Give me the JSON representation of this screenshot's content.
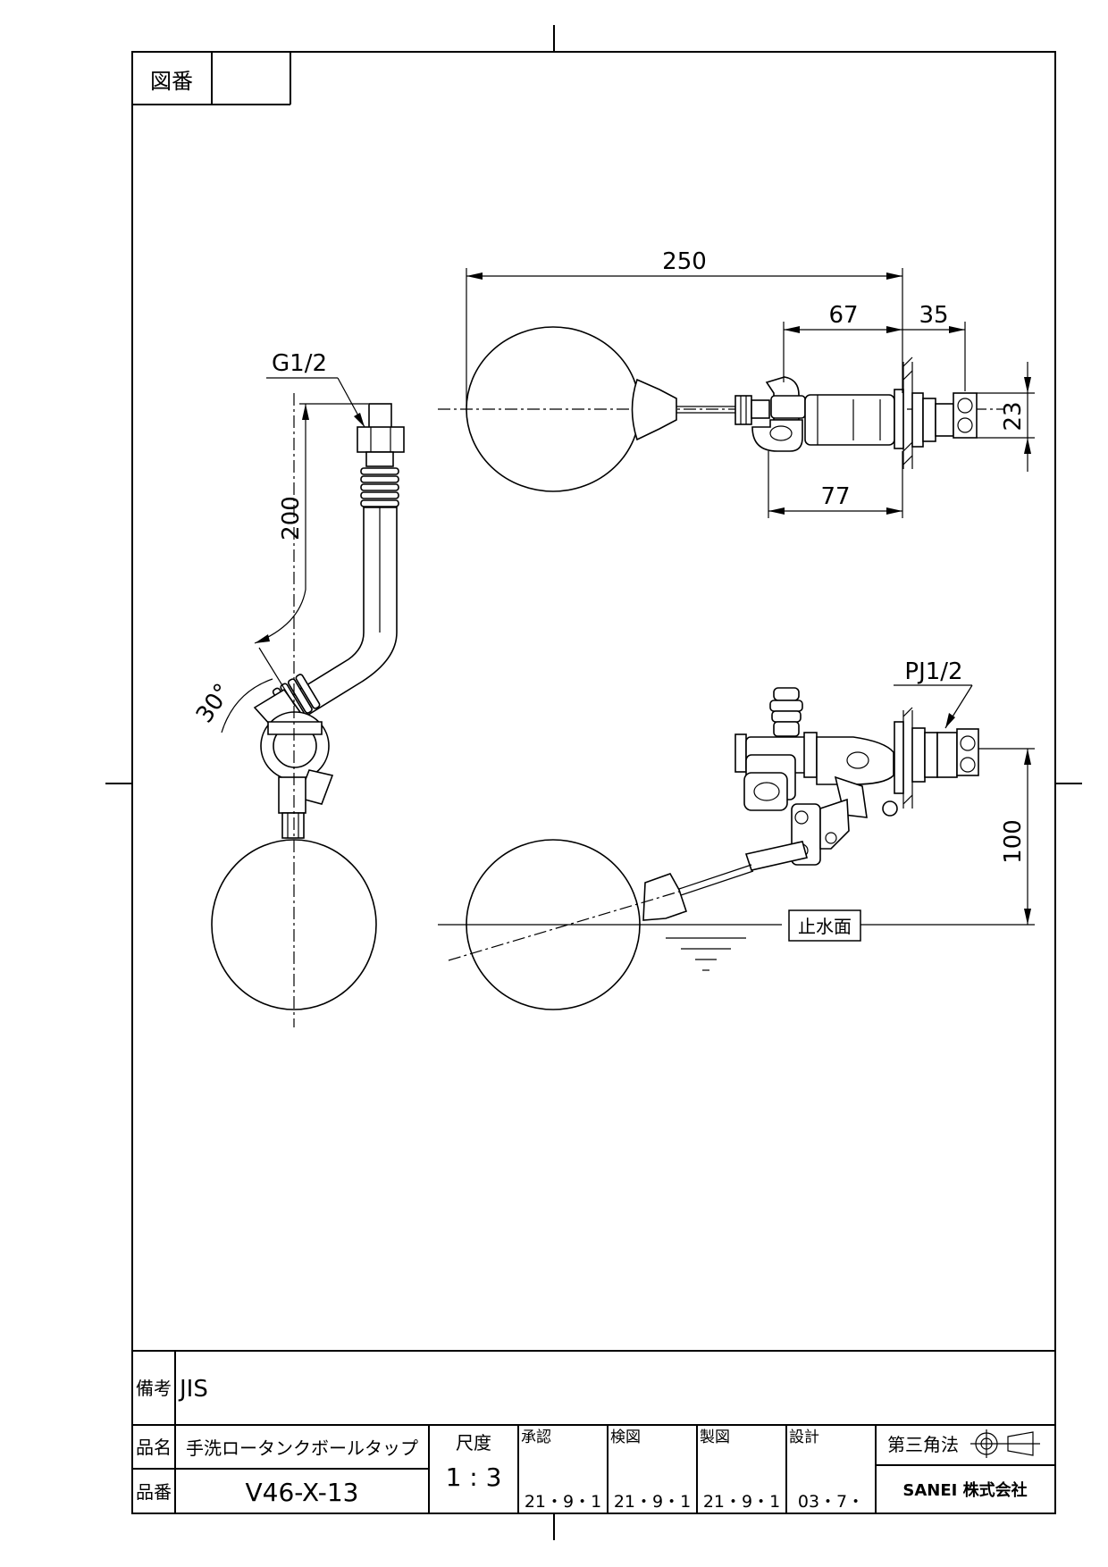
{
  "drawing_number_label": "図番",
  "drawing_number_value": "",
  "dimensions": {
    "overall_length": "250",
    "pipe_length": "67",
    "thread_length": "35",
    "body_length": "77",
    "nut_width": "23",
    "height": "200",
    "angle": "30°",
    "water_level_height": "100"
  },
  "annotations": {
    "top_thread": "G1/2",
    "side_thread": "PJ1/2",
    "water_stop_level": "止水面"
  },
  "title_block": {
    "remarks_label": "備考",
    "remarks_value": "JIS",
    "product_name_label": "品名",
    "product_name_value": "手洗ロータンクボールタップ",
    "product_number_label": "品番",
    "product_number_value": "V46-X-13",
    "scale_label": "尺度",
    "scale_value": "1 : 3",
    "approved_label": "承認",
    "approved_date": "21・9・1",
    "checked_label": "検図",
    "checked_date": "21・9・1",
    "drawn_label": "製図",
    "drawn_date": "21・9・1",
    "designed_label": "設計",
    "designed_date": "03・7・",
    "projection_label": "第三角法",
    "company": "SANEI 株式会社"
  }
}
